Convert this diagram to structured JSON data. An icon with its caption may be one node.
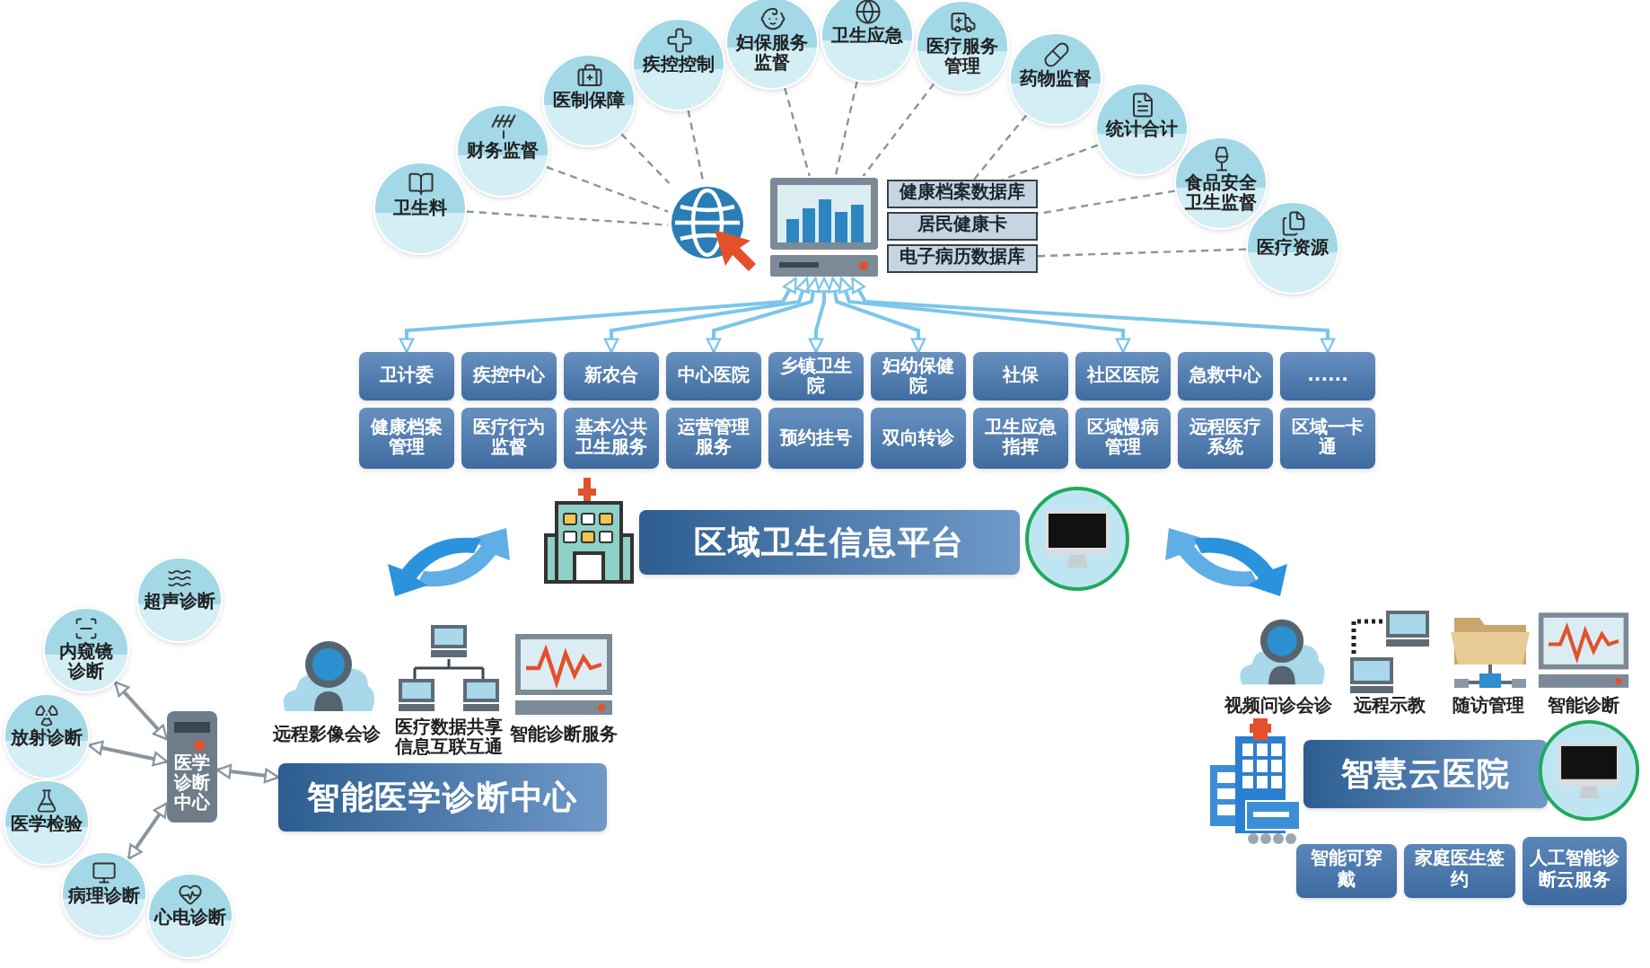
{
  "diagram": {
    "nodes": [
      {
        "text": [
          "卫生料"
        ]
      },
      {
        "text": [
          "财务监督"
        ]
      },
      {
        "text": [
          "医制保障"
        ]
      },
      {
        "text": [
          "疾控控制"
        ]
      },
      {
        "text": [
          "妇保服务监督"
        ]
      },
      {
        "text": [
          "卫生应急"
        ]
      },
      {
        "text": [
          "医疗服务管理"
        ]
      },
      {
        "text": [
          "药物监督"
        ]
      },
      {
        "text": [
          "统计合计"
        ]
      },
      {
        "text": [
          "食品安全卫生监督"
        ]
      },
      {
        "text": [
          "医疗资源"
        ]
      },
      {
        "text": [],
        "shape": "picture"
      },
      {
        "text": [],
        "shape": "picture"
      },
      {
        "text": [
          "健康档案数据库"
        ]
      },
      {
        "text": [
          "居民健康卡"
        ]
      },
      {
        "text": [
          "电子病历数据库"
        ]
      },
      {
        "text": [
          "卫计委"
        ]
      },
      {
        "text": [
          "疾控中心"
        ]
      },
      {
        "text": [
          "新农合"
        ]
      },
      {
        "text": [
          "中心医院"
        ]
      },
      {
        "text": [
          "乡镇卫生院"
        ]
      },
      {
        "text": [
          "妇幼保健院"
        ]
      },
      {
        "text": [
          "社保"
        ]
      },
      {
        "text": [
          "社区医院"
        ]
      },
      {
        "text": [
          "急救中心"
        ]
      },
      {
        "text": [
          "......"
        ]
      },
      {
        "text": [
          "健康档案管理"
        ]
      },
      {
        "text": [
          "医疗行为监督"
        ]
      },
      {
        "text": [
          "基本公共卫生服务"
        ]
      },
      {
        "text": [
          "运营管理服务"
        ]
      },
      {
        "text": [
          "预约挂号"
        ]
      },
      {
        "text": [
          "双向转诊"
        ]
      },
      {
        "text": [
          "卫生应急指挥"
        ]
      },
      {
        "text": [
          "区域慢病管理"
        ]
      },
      {
        "text": [
          "远程医疗系统"
        ]
      },
      {
        "text": [
          "区域一卡通"
        ]
      },
      {
        "text": [
          "区域卫生信息平台"
        ]
      },
      {
        "text": [
          "智能医学诊断中心"
        ],
        "beside": [
          "远程影像会诊",
          "医疗数据共享信息互联互通",
          "智能诊断服务"
        ]
      },
      {
        "text": [
          "医学诊断中心"
        ]
      },
      {
        "text": [
          "超声诊断"
        ]
      },
      {
        "text": [
          "内窥镜诊断"
        ]
      },
      {
        "text": [
          "放射诊断"
        ]
      },
      {
        "text": [
          "医学检验"
        ]
      },
      {
        "text": [
          "病理诊断"
        ]
      },
      {
        "text": [
          "心电诊断"
        ]
      },
      {
        "text": [
          "智慧云医院"
        ],
        "beside": [
          "视频问诊会诊",
          "远程示教",
          "随访管理",
          "智能诊断"
        ]
      },
      {
        "text": [
          "智能可穿戴"
        ]
      },
      {
        "text": [
          "家庭医生签约"
        ]
      },
      {
        "text": [
          "人工智能诊断云服务"
        ]
      }
    ],
    "edges": [
      {
        "from": 0,
        "to": 11,
        "arrow": "none",
        "style": "dashed"
      },
      {
        "from": 1,
        "to": 11,
        "arrow": "none",
        "style": "dashed"
      },
      {
        "from": 2,
        "to": 11,
        "arrow": "none",
        "style": "dashed"
      },
      {
        "from": 3,
        "to": 11,
        "arrow": "none",
        "style": "dashed"
      },
      {
        "from": 4,
        "to": 12,
        "arrow": "none",
        "style": "dashed"
      },
      {
        "from": 5,
        "to": 12,
        "arrow": "none",
        "style": "dashed"
      },
      {
        "from": 6,
        "to": 12,
        "arrow": "none",
        "style": "dashed"
      },
      {
        "from": 7,
        "to": 13,
        "arrow": "none",
        "style": "dashed"
      },
      {
        "from": 8,
        "to": 13,
        "arrow": "none",
        "style": "dashed"
      },
      {
        "from": 9,
        "to": 14,
        "arrow": "none",
        "style": "dashed"
      },
      {
        "from": 10,
        "to": 15,
        "arrow": "none",
        "style": "dashed"
      },
      {
        "from": 12,
        "to": 16,
        "arrow": "both",
        "color": "#7cc6ea"
      },
      {
        "from": 12,
        "to": 18,
        "arrow": "both",
        "color": "#7cc6ea"
      },
      {
        "from": 12,
        "to": 19,
        "arrow": "both",
        "color": "#7cc6ea"
      },
      {
        "from": 12,
        "to": 20,
        "arrow": "both",
        "color": "#7cc6ea"
      },
      {
        "from": 12,
        "to": 21,
        "arrow": "both",
        "color": "#7cc6ea"
      },
      {
        "from": 12,
        "to": 23,
        "arrow": "both",
        "color": "#7cc6ea"
      },
      {
        "from": 12,
        "to": 25,
        "arrow": "both",
        "color": "#7cc6ea"
      },
      {
        "from": 38,
        "to": 40,
        "arrow": "both"
      },
      {
        "from": 38,
        "to": 41,
        "arrow": "both"
      },
      {
        "from": 38,
        "to": 43,
        "arrow": "both"
      },
      {
        "from": 38,
        "to": 37,
        "arrow": "both"
      }
    ]
  }
}
